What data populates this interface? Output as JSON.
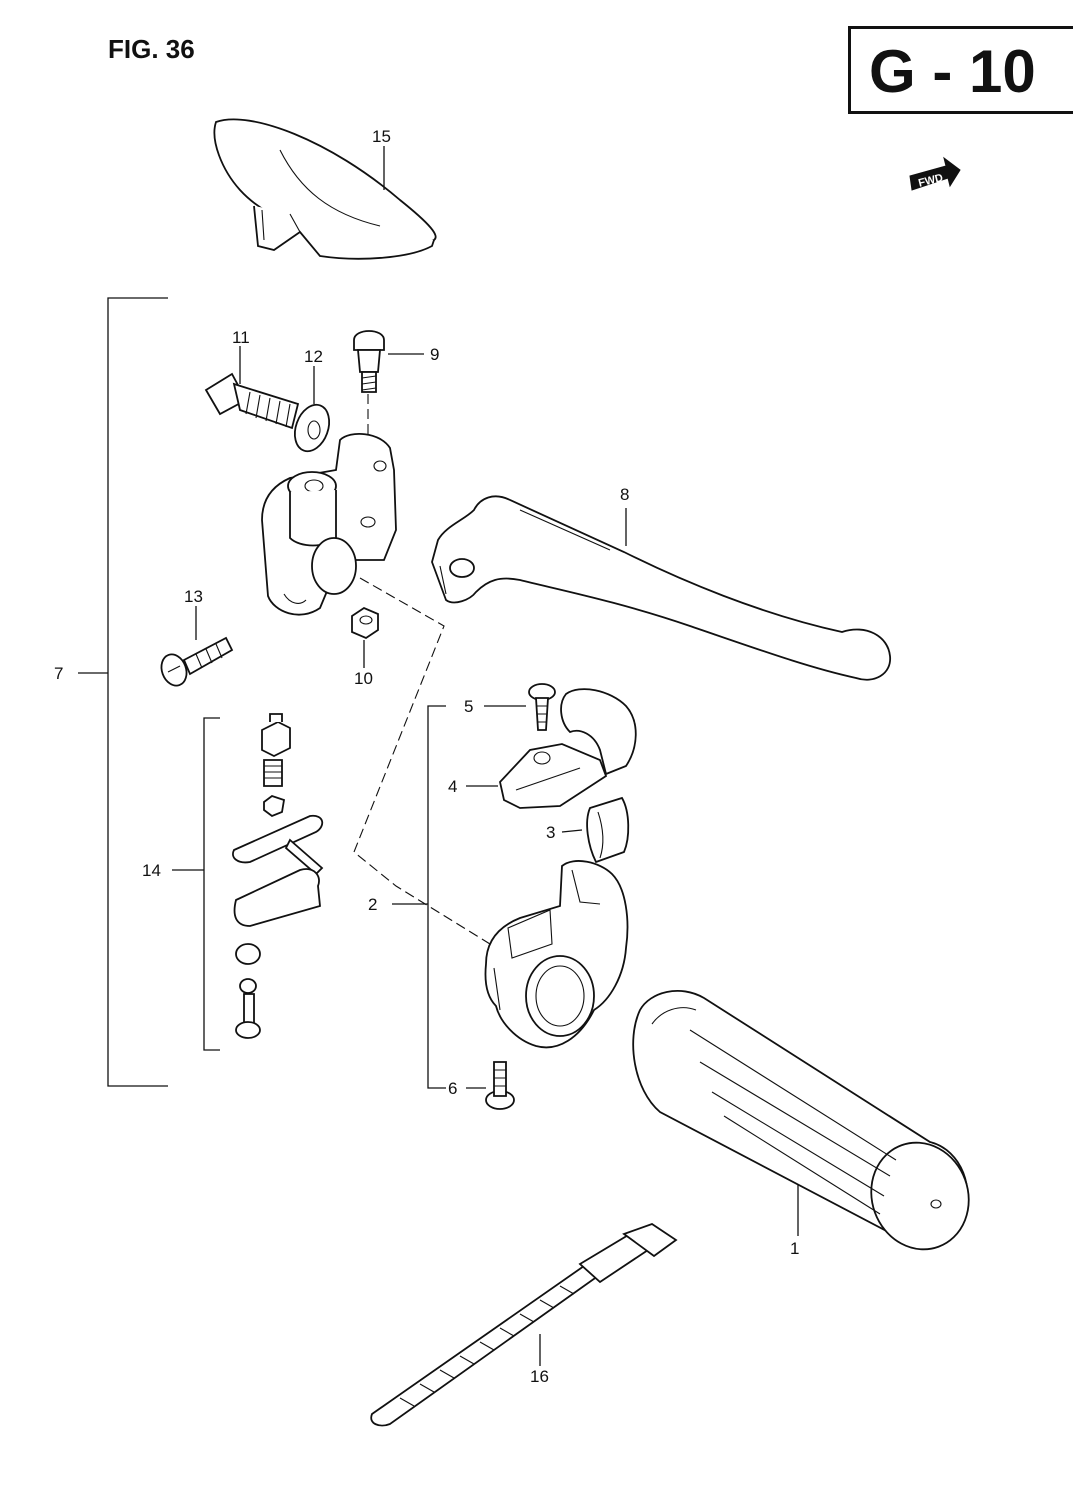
{
  "figure": {
    "title": "FIG. 36",
    "model_code": "G - 10"
  },
  "direction_badge": {
    "text": "FWD"
  },
  "callouts": {
    "c1": "1",
    "c2": "2",
    "c3": "3",
    "c4": "4",
    "c5": "5",
    "c6": "6",
    "c7": "7",
    "c8": "8",
    "c9": "9",
    "c10": "10",
    "c11": "11",
    "c12": "12",
    "c13": "13",
    "c14": "14",
    "c15": "15",
    "c16": "16"
  }
}
